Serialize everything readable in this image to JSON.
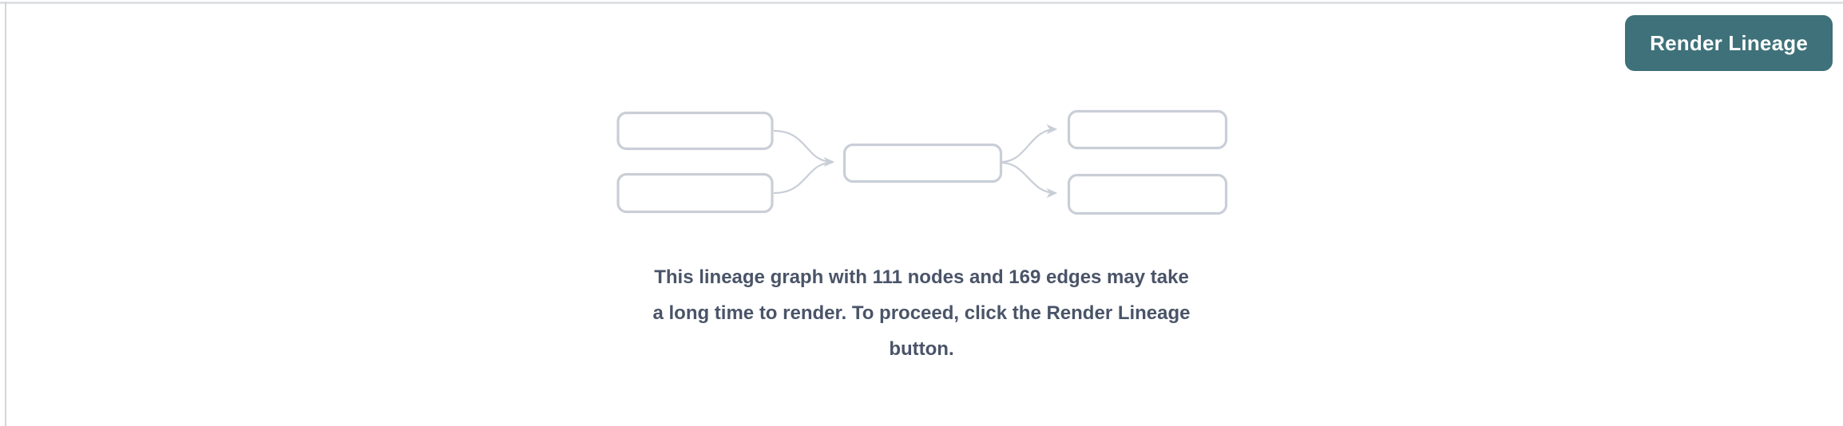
{
  "colors": {
    "accent": "#3e7179",
    "hairline_top": "#dee0e3",
    "hairline_left": "#d4d5d8",
    "diagram_stroke": "#c9ced7",
    "message_text": "#4a5468",
    "button_text": "#ffffff",
    "page_background": "#ffffff"
  },
  "toolbar": {
    "render_lineage_button": {
      "label": "Render Lineage"
    }
  },
  "empty_state": {
    "illustration": "lineage-graph-placeholder",
    "stats": {
      "nodes": 111,
      "edges": 169
    },
    "message": "This lineage graph with 111 nodes and 169 edges may take a long time to render. To proceed, click the Render Lineage button.",
    "message_lines": [
      "This lineage graph with 111 nodes and 169 edges may take",
      "a long time to render. To proceed, click the Render Lineage",
      "button."
    ]
  }
}
